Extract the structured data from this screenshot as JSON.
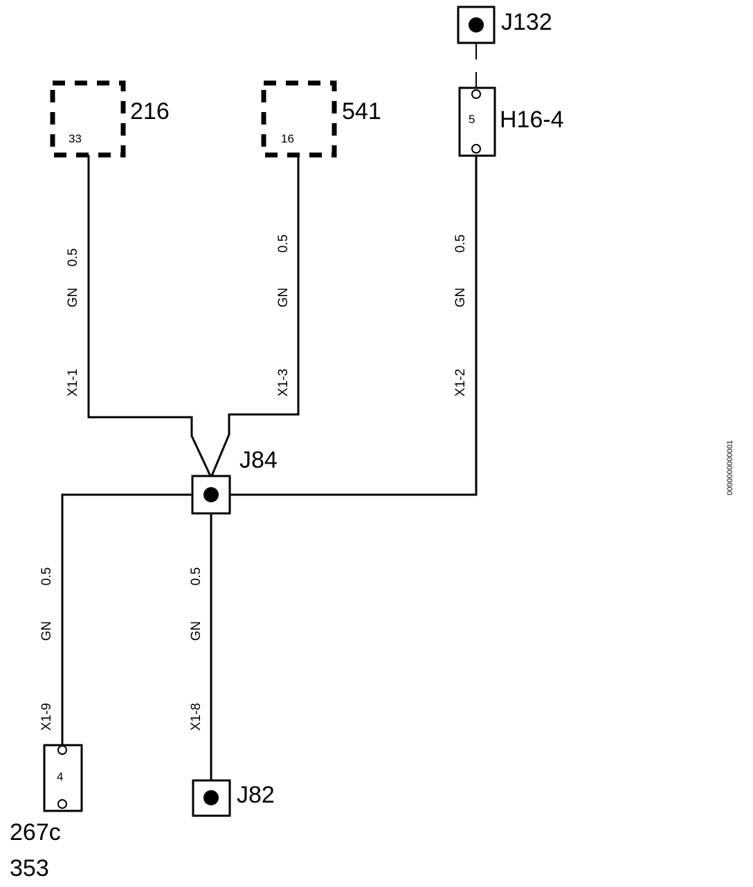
{
  "components": {
    "c216": {
      "name": "216",
      "pin": "33"
    },
    "c541": {
      "name": "541",
      "pin": "16"
    },
    "h16_4": {
      "name": "H16-4",
      "pin": "5"
    },
    "c267c": {
      "name": "267c",
      "ref": "353",
      "pin": "4"
    }
  },
  "junctions": {
    "j132": "J132",
    "j84": "J84",
    "j82": "J82"
  },
  "wires": {
    "w216": {
      "size": "0.5",
      "color": "GN",
      "conn": "X1-1"
    },
    "w541": {
      "size": "0.5",
      "color": "GN",
      "conn": "X1-3"
    },
    "wh16": {
      "size": "0.5",
      "color": "GN",
      "conn": "X1-2"
    },
    "w267": {
      "size": "0.5",
      "color": "GN",
      "conn": "X1-9"
    },
    "wj82": {
      "size": "0.5",
      "color": "GN",
      "conn": "X1-8"
    }
  },
  "diagram_id": "0000000000001"
}
